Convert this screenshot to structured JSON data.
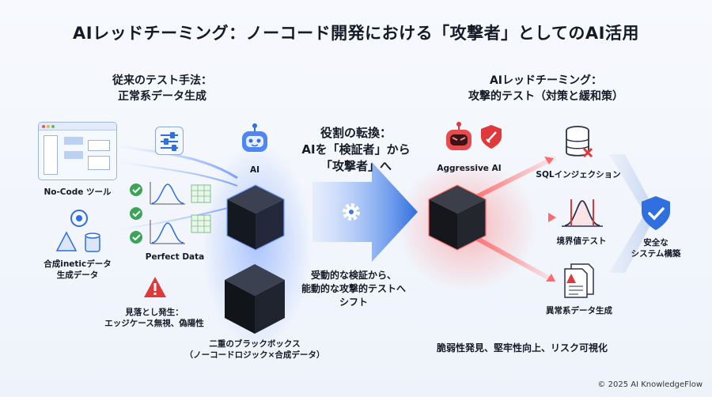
{
  "title": "AIレッドチーミング：ノーコード開発における「攻撃者」としてのAI活用",
  "left": {
    "heading_line1": "従来のテスト手法：",
    "heading_line2": "正常系データ生成",
    "nocode_tool": "No-Code ツール",
    "synthetic_line1": "合成ineticデータ",
    "synthetic_line2": "生成データ",
    "perfect_data": "Perfect Data",
    "ai_label": "AI",
    "oversight_line1": "見落とし発生：",
    "oversight_line2": "エッジケース無視、偽陽性",
    "blackbox_line1": "二重のブラックボックス",
    "blackbox_line2": "（ノーコードロジック×合成データ）"
  },
  "center": {
    "transform_line1": "役割の転換：",
    "transform_line2": "AIを「検証者」から",
    "transform_line3": "「攻撃者」へ",
    "shift_line1": "受動的な検証から、",
    "shift_line2": "能動的な攻撃的テストへ",
    "shift_line3": "シフト"
  },
  "right": {
    "heading_line1": "AIレッドチーミング：",
    "heading_line2": "攻撃的テスト（対策と緩和策）",
    "aggressive_ai": "Aggressive AI",
    "sql_injection": "SQLインジェクション",
    "boundary_test": "境界値テスト",
    "abnormal_data": "異常系データ生成",
    "safe_line1": "安全な",
    "safe_line2": "システム構築",
    "result": "脆弱性発見、堅牢性向上、リスク可視化"
  },
  "footer": "© 2025 AI KnowledgeFlow",
  "colors": {
    "accent_blue": "#2f6fe0",
    "accent_red": "#e0393b",
    "check_green": "#3aa457",
    "ink": "#141a26"
  }
}
